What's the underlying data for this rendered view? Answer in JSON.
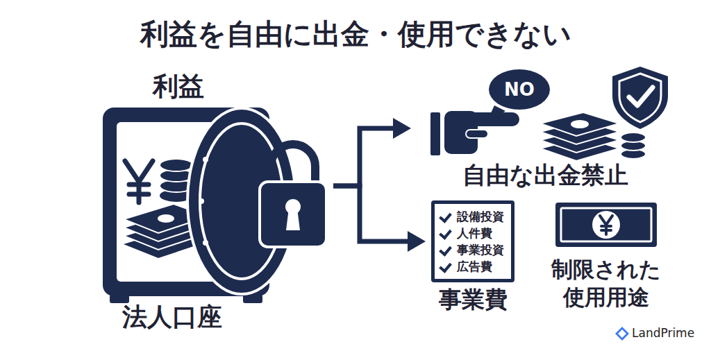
{
  "diagram": {
    "title": "利益を自由に出金・使用できない",
    "nodes": [
      {
        "text": [
          "利益",
          "法人口座"
        ]
      },
      {
        "text": [
          "自由な出金禁止"
        ]
      },
      {
        "text": [
          "NO"
        ],
        "in": 1
      },
      {
        "text": [
          "設備投資",
          "人件費",
          "事業投資",
          "広告費",
          "事業費"
        ]
      },
      {
        "text": [
          "制限された 使用用途"
        ]
      }
    ],
    "edges": [
      {
        "from": 0,
        "to": 1,
        "arrow": "to"
      },
      {
        "from": 0,
        "to": 3,
        "arrow": "to"
      }
    ],
    "labels": [
      "LandPrime"
    ]
  }
}
